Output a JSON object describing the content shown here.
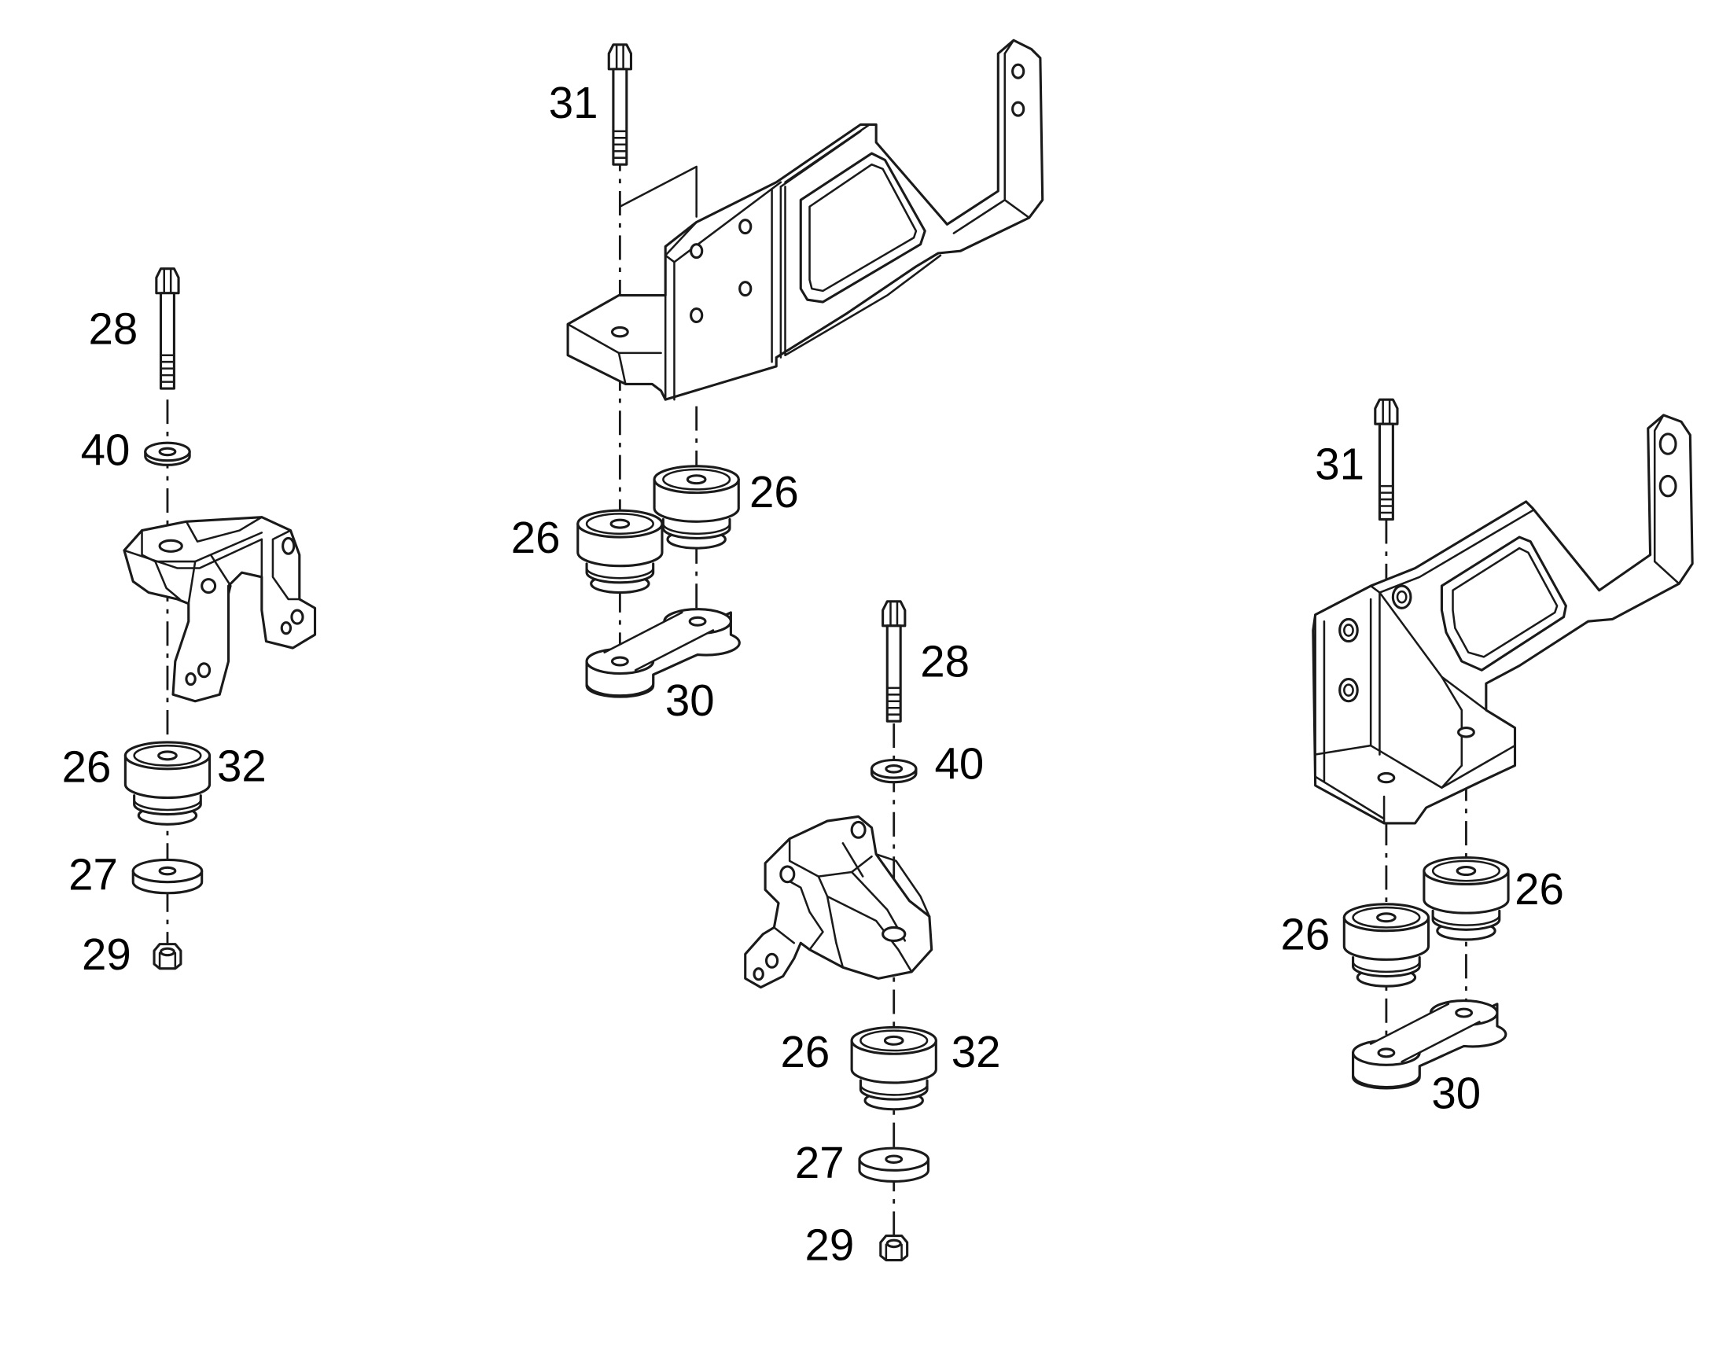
{
  "diagram": {
    "labels": {
      "l1_bolt": "28",
      "l1_washer": "40",
      "l1_mount": "26",
      "l1_mount_b": "32",
      "l1_disc": "27",
      "l1_nut": "29",
      "c1_bolt": "31",
      "c1_mount_a": "26",
      "c1_mount_b": "26",
      "c1_link": "30",
      "c2_bolt": "28",
      "c2_washer": "40",
      "c2_mount": "26",
      "c2_mount_b": "32",
      "c2_disc": "27",
      "c2_nut": "29",
      "r1_bolt": "31",
      "r1_mount_a": "26",
      "r1_mount_b": "26",
      "r1_link": "30"
    },
    "colors": {
      "line": "#1a1a1a",
      "background": "#ffffff"
    }
  }
}
